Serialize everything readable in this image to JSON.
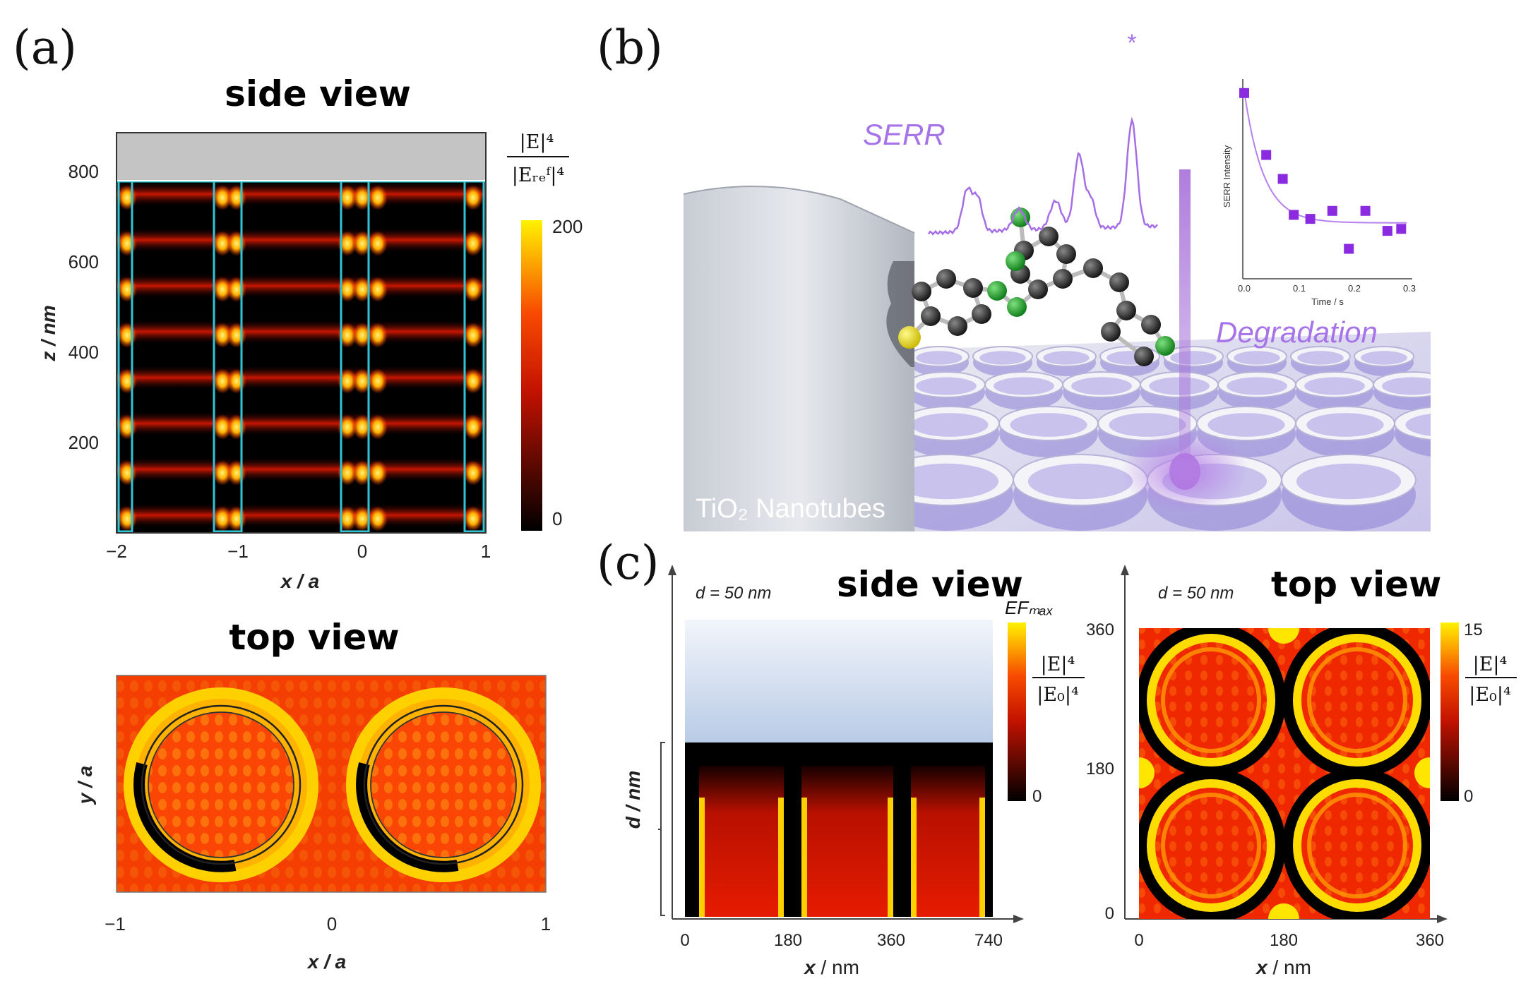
{
  "panel_a": {
    "label": "(a)",
    "side_view": {
      "title": "side view",
      "ylabel": "z / nm",
      "xlabel": "x / a",
      "yticks": [
        "200",
        "400",
        "600",
        "800"
      ],
      "xticks": [
        "−2",
        "−1",
        "0",
        "1"
      ],
      "colorbar": {
        "numerator": "|E|⁴",
        "denominator": "|Eᵣₑᶠ|⁴",
        "max": "200",
        "min": "0"
      }
    },
    "top_view": {
      "title": "top view",
      "ylabel": "y / a",
      "xlabel": "x / a",
      "xticks": [
        "−1",
        "0",
        "1"
      ]
    }
  },
  "panel_b": {
    "label": "(b)",
    "serr_label": "SERR",
    "degradation_label": "Degradation",
    "substrate_label": "TiO₂ Nanotubes",
    "peak_marker": "*",
    "inset": {
      "ylabel": "SERR Intensity",
      "xlabel": "Time / s",
      "xticks": [
        "0.0",
        "0.1",
        "0.2",
        "0.3"
      ],
      "points": [
        [
          0.0,
          0.93
        ],
        [
          0.04,
          0.62
        ],
        [
          0.07,
          0.5
        ],
        [
          0.09,
          0.32
        ],
        [
          0.12,
          0.3
        ],
        [
          0.16,
          0.34
        ],
        [
          0.19,
          0.15
        ],
        [
          0.22,
          0.34
        ],
        [
          0.26,
          0.24
        ],
        [
          0.285,
          0.25
        ]
      ]
    }
  },
  "panel_c": {
    "label": "(c)",
    "side_view": {
      "title": "side view",
      "annotation": "d = 50 nm",
      "ylabel": "d / nm",
      "xlabel": "x / nm",
      "xticks": [
        "0",
        "180",
        "360",
        "740"
      ],
      "colorbar": {
        "top": "EFₘₐₓ",
        "numerator": "|E|⁴",
        "denominator": "|E₀|⁴",
        "min": "0"
      }
    },
    "top_view": {
      "title": "top view",
      "annotation": "d = 50 nm",
      "xlabel": "x / nm",
      "xticks": [
        "0",
        "180",
        "360"
      ],
      "yticks": [
        "0",
        "180",
        "360"
      ],
      "colorbar": {
        "max": "15",
        "numerator": "|E|⁴",
        "denominator": "|E₀|⁴",
        "min": "0"
      }
    }
  },
  "colors": {
    "cmap_low": "#000000",
    "cmap_mid": "#e01a00",
    "cmap_high": "#ffef00",
    "accent_purple": "#a673e8",
    "frame_cyan": "#2ec6d6"
  }
}
